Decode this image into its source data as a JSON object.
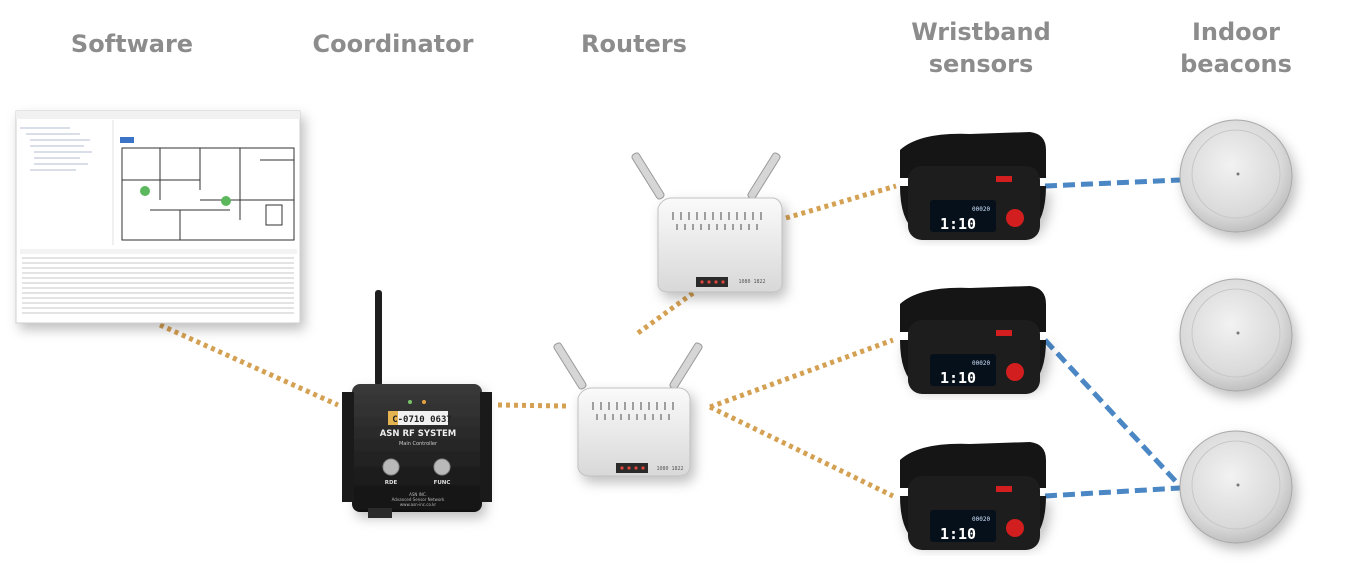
{
  "headings": {
    "software": "Software",
    "coordinator": "Coordinator",
    "routers": "Routers",
    "wristband": "Wristband\nsensors",
    "beacons": "Indoor\nbeacons"
  },
  "coordinator_device": {
    "serial_label": "C-0710 0637",
    "name": "ASN RF SYSTEM",
    "subtitle": "Main Controller",
    "button_left": "RDE",
    "button_right": "FUNC",
    "footer_1": "ASN INC.",
    "footer_2": "Advanced Sensor Network",
    "footer_3": "www.asn-inc.co.kr"
  },
  "router_device": {
    "label": "1080 1822"
  },
  "wristband_device": {
    "time": "1:10",
    "counter": "00020"
  },
  "colors": {
    "link_orange": "#d4a052",
    "link_blue": "#4a87c4",
    "heading_gray": "#8c8c8c"
  }
}
